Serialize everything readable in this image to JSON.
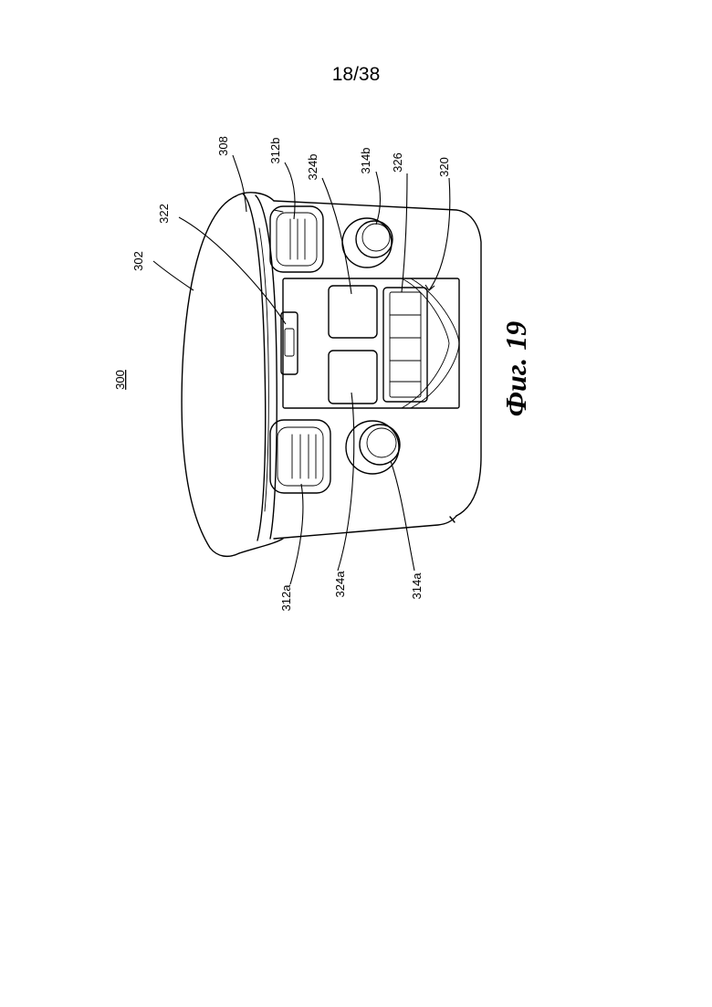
{
  "page": {
    "number": "18/38"
  },
  "figure": {
    "caption": "Фиг. 19",
    "overall_ref": "300",
    "labels": {
      "r302": "302",
      "r308": "308",
      "r312a": "312a",
      "r312b": "312b",
      "r314a": "314a",
      "r314b": "314b",
      "r320": "320",
      "r322": "322",
      "r324a": "324a",
      "r324b": "324b",
      "r326": "326"
    }
  }
}
